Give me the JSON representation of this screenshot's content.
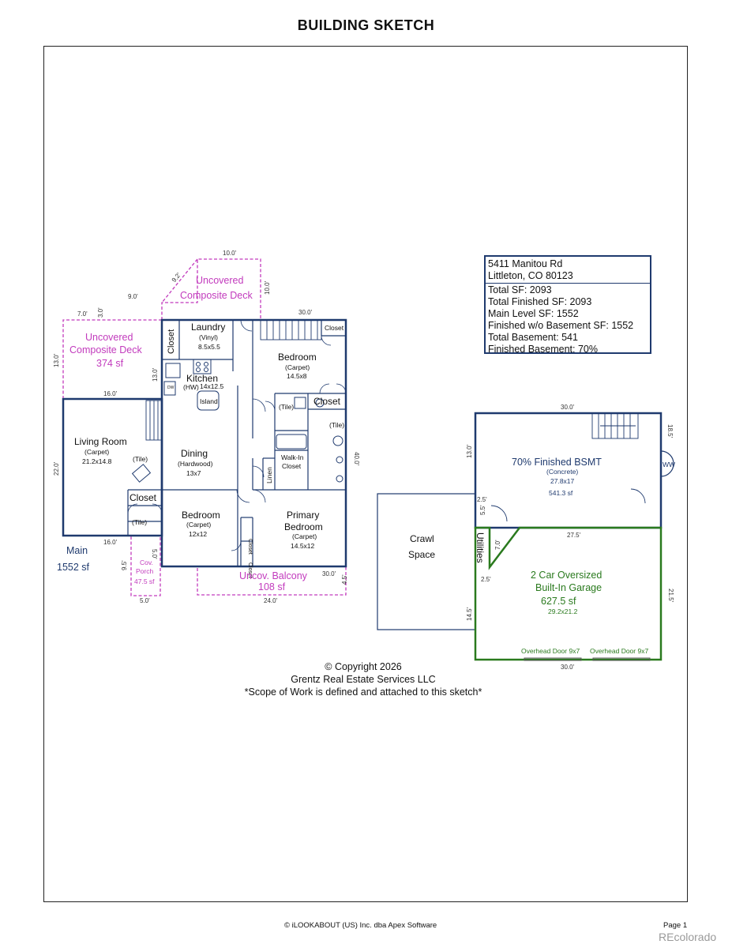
{
  "title": "BUILDING SKETCH",
  "info": {
    "address_line1": "5411 Manitou Rd",
    "address_line2": "Littleton, CO 80123",
    "total_sf": "Total SF: 2093",
    "total_finished_sf": "Total Finished SF: 2093",
    "main_level_sf": "Main Level SF: 1552",
    "finished_wo_basement": "Finished w/o Basement SF: 1552",
    "total_basement": "Total Basement: 541",
    "finished_basement": "Finished Basement: 70%"
  },
  "main_floor": {
    "label": "Main",
    "area": "1552 sf",
    "living_room": {
      "name": "Living Room",
      "floor": "(Carpet)",
      "dims": "21.2x14.8"
    },
    "laundry": {
      "name": "Laundry",
      "floor": "(Vinyl)",
      "dims": "8.5x5.5"
    },
    "kitchen": {
      "name": "Kitchen",
      "floor": "(HW)",
      "dims": "14x12.5",
      "island": "Island",
      "dw": "DW"
    },
    "dining": {
      "name": "Dining",
      "floor": "(Hardwood)",
      "dims": "13x7"
    },
    "bedroom_top": {
      "name": "Bedroom",
      "floor": "(Carpet)",
      "dims": "14.5x8"
    },
    "bedroom_bottom": {
      "name": "Bedroom",
      "floor": "(Carpet)",
      "dims": "12x12"
    },
    "primary_bedroom": {
      "name1": "Primary",
      "name2": "Bedroom",
      "floor": "(Carpet)",
      "dims": "14.5x12"
    },
    "closet": "Closet",
    "tile": "(Tile)",
    "walk_in_1": "Walk-In",
    "walk_in_2": "Closet",
    "linen": "Linen"
  },
  "decks": {
    "upper_deck_1": "Uncovered",
    "upper_deck_2": "Composite Deck",
    "left_deck_1": "Uncovered",
    "left_deck_2": "Composite Deck",
    "left_deck_area": "374 sf",
    "porch_1": "Cov.",
    "porch_2": "Porch",
    "porch_area": "47.5 sf",
    "balcony": "Uncov. Balcony",
    "balcony_area": "108 sf"
  },
  "basement": {
    "name": "70% Finished BSMT",
    "floor": "(Concrete)",
    "dims": "27.8x17",
    "area": "541.3 sf",
    "ww": "WW",
    "utilities": "Utilities",
    "crawl_1": "Crawl",
    "crawl_2": "Space"
  },
  "garage": {
    "name_1": "2 Car Oversized",
    "name_2": "Built-In Garage",
    "area": "627.5 sf",
    "dims": "29.2x21.2",
    "door_1": "Overhead Door 9x7",
    "door_2": "Overhead Door 9x7"
  },
  "dimensions": {
    "d10": "10.0'",
    "d92": "9.2'",
    "d90": "9.0'",
    "d100": "10.0'",
    "d70": "7.0'",
    "d30": "3.0'",
    "d130": "13.0'",
    "d160a": "16.0'",
    "d220": "22.0'",
    "d160b": "16.0'",
    "d130k": "13.0'",
    "d300a": "30.0'",
    "d400": "40.0'",
    "d300b": "30.0'",
    "d45": "4.5'",
    "d240": "24.0'",
    "d95": "9.5'",
    "d50a": "5.0'",
    "d50b": "5.0'",
    "b300": "30.0'",
    "b185": "18.5'",
    "b130": "13.0'",
    "b25a": "2.5'",
    "b55": "5.5'",
    "b275": "27.5'",
    "b70": "7.0'",
    "b25b": "2.5'",
    "b215": "21.5'",
    "b145": "14.5'",
    "b300c": "30.0'"
  },
  "copyright": {
    "line1": "© Copyright 2026",
    "line2": "Grentz Real Estate Services LLC",
    "line3": "*Scope of Work is defined and attached to this sketch*"
  },
  "footer": {
    "left": "© iLOOKABOUT (US) Inc. dba Apex Software",
    "right": "Page 1",
    "watermark": "REcolorado"
  },
  "colors": {
    "wall": "#1f3a6e",
    "deck": "#c23bbd",
    "garage": "#2a7a1e",
    "text_blue": "#1f3a6e"
  }
}
